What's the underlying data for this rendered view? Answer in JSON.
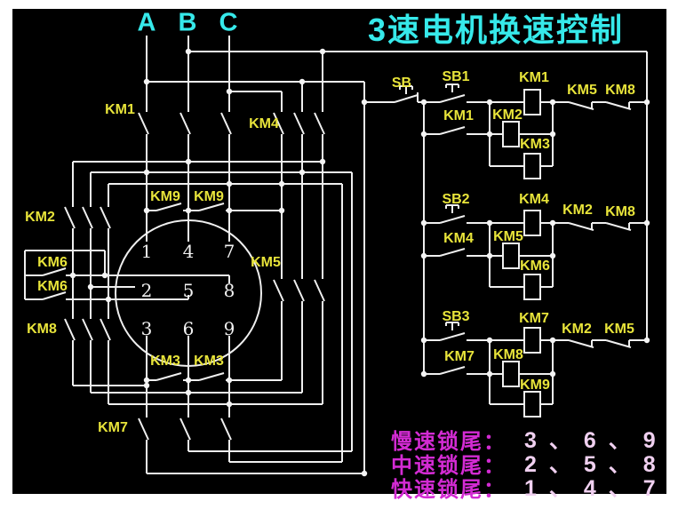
{
  "title": "3速电机换速控制",
  "phases": {
    "a": "A",
    "b": "B",
    "c": "C"
  },
  "colors": {
    "page": "#ffffff",
    "background": "#000000",
    "wire": "#efefef",
    "label_yellow": "#e8e43a",
    "title_cyan": "#36e9ea",
    "note_magenta": "#d32bd3",
    "note_value": "#f0d0f0"
  },
  "main_labels": {
    "km1": "KM1",
    "km4": "KM4",
    "km2": "KM2",
    "km6_upper": "KM6",
    "km6_lower": "KM6",
    "km8": "KM8",
    "km7": "KM7",
    "km5": "KM5",
    "km9_left": "KM9",
    "km9_right": "KM9",
    "km3_left": "KM3",
    "km3_right": "KM3"
  },
  "motor_terminals": {
    "t1": "1",
    "t4": "4",
    "t7": "7",
    "t2": "2",
    "t5": "5",
    "t8": "8",
    "t3": "3",
    "t6": "6",
    "t9": "9"
  },
  "control": {
    "stop_button": "SB",
    "rung1": {
      "start": "SB1",
      "coil1": "KM1",
      "coil2": "KM2",
      "coil3": "KM3",
      "seal": "KM1",
      "interlock1": "KM5",
      "interlock2": "KM8"
    },
    "rung2": {
      "start": "SB2",
      "coil1": "KM4",
      "coil2": "KM5",
      "coil3": "KM6",
      "seal": "KM4",
      "interlock1": "KM2",
      "interlock2": "KM8"
    },
    "rung3": {
      "start": "SB3",
      "coil1": "KM7",
      "coil2": "KM8",
      "coil3": "KM9",
      "seal": "KM7",
      "interlock1": "KM2",
      "interlock2": "KM5"
    }
  },
  "notes": [
    {
      "label": "慢速锁尾：",
      "values": "3、6、9"
    },
    {
      "label": "中速锁尾：",
      "values": "2、5、8"
    },
    {
      "label": "快速锁尾：",
      "values": "1、4、7"
    }
  ]
}
